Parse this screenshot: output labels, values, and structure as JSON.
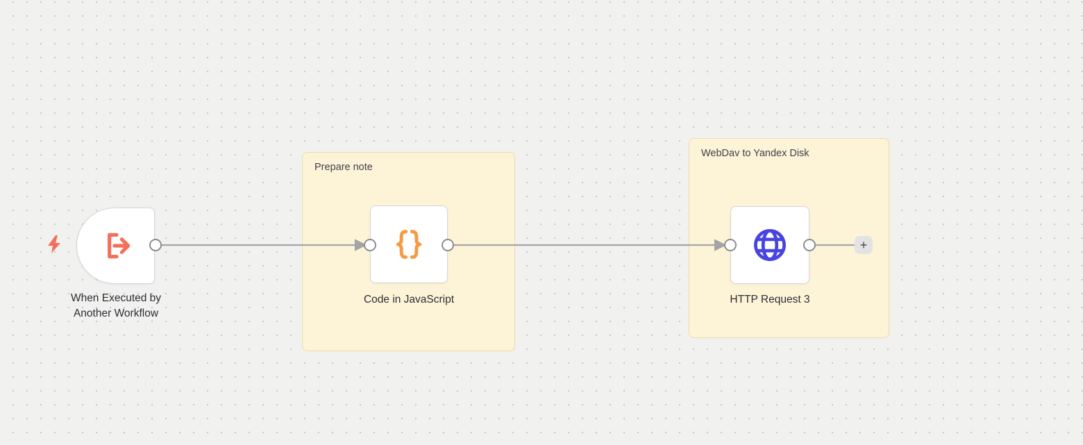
{
  "canvas": {
    "background_color": "#f1f1ef",
    "dot_color": "#c7c7c5",
    "connection_color": "#a3a3a8"
  },
  "sticky_notes": [
    {
      "title": "Prepare note",
      "fill": "#fdf4d8",
      "border_color": "#e9ddae"
    },
    {
      "title": "WebDav to Yandex Disk",
      "fill": "#fdf4d8",
      "border_color": "#e9ddae"
    }
  ],
  "nodes": [
    {
      "label": "When Executed by Another Workflow",
      "icon": "workflow-exit-icon",
      "icon_color": "#f4705c",
      "shape": "trigger"
    },
    {
      "label": "Code in JavaScript",
      "icon": "curly-braces-icon",
      "icon_color": "#f59c42",
      "shape": "square"
    },
    {
      "label": "HTTP Request 3",
      "icon": "globe-icon",
      "icon_color": "#4744e0",
      "shape": "square"
    }
  ],
  "execution_indicator": {
    "icon": "lightning-bolt-icon",
    "color": "#f4705c"
  },
  "add_button": {
    "label": "+"
  }
}
